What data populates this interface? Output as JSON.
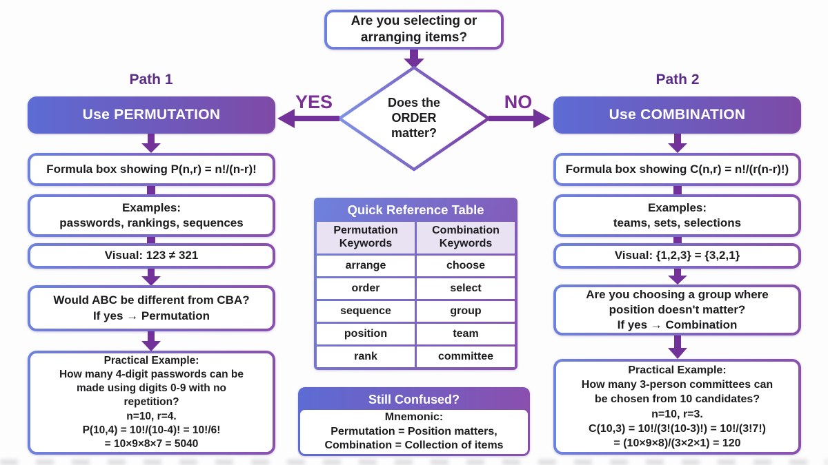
{
  "colors": {
    "gradient_left": "#5c6cd4",
    "gradient_right": "#7e4aa6",
    "border_gradient_left": "#6d82dd",
    "border_gradient_right": "#8a4fae",
    "arrow": "#73319a",
    "label_purple": "#5b2c85",
    "yesno_purple": "#7b2f96",
    "text": "#1c1c1e",
    "table_header_bg": "#e9e2f3"
  },
  "top_question": {
    "text": "Are you selecting or arranging items?"
  },
  "decision": {
    "text": "Does the ORDER matter?",
    "yes_label": "YES",
    "no_label": "NO"
  },
  "path1": {
    "label": "Path 1",
    "header": "Use PERMUTATION",
    "formula": "Formula box showing P(n,r) = n!/(n-r)!",
    "examples_title": "Examples:",
    "examples_items": "passwords, rankings, sequences",
    "visual": "Visual: 123 ≠ 321",
    "question_line1": "Would ABC be different from CBA?",
    "question_line2": "If yes → Permutation",
    "practical": [
      "Practical Example:",
      "How many 4-digit passwords can be",
      "made using digits 0-9 with no",
      "repetition?",
      "n=10, r=4.",
      "P(10,4) = 10!/(10-4)! = 10!/6!",
      "= 10×9×8×7 = 5040"
    ]
  },
  "path2": {
    "label": "Path 2",
    "header": "Use COMBINATION",
    "formula": "Formula box showing C(n,r) = n!/(r(n-r)!)",
    "examples_title": "Examples:",
    "examples_items": "teams, sets, selections",
    "visual": "Visual: {1,2,3} = {3,2,1}",
    "question_line1": "Are you choosing a group where",
    "question_line2": "position doesn't matter?",
    "question_line3": "If yes → Combination",
    "practical": [
      "Practical Example:",
      "How many 3-person committees can",
      "be chosen from 10 candidates?",
      "n=10, r=3.",
      "C(10,3) = 10!/(3!(10-3)!) = 10!/(3!7!)",
      "= (10×9×8)/(3×2×1) = 120"
    ]
  },
  "table": {
    "title": "Quick Reference Table",
    "col1_header": "Permutation Keywords",
    "col2_header": "Combination Keywords",
    "rows": [
      [
        "arrange",
        "choose"
      ],
      [
        "order",
        "select"
      ],
      [
        "sequence",
        "group"
      ],
      [
        "position",
        "team"
      ],
      [
        "rank",
        "committee"
      ]
    ]
  },
  "still_confused": {
    "title": "Still Confused?",
    "line1": "Mnemonic:",
    "line2": "Permutation = Position matters,",
    "line3": "Combination = Collection of items"
  }
}
